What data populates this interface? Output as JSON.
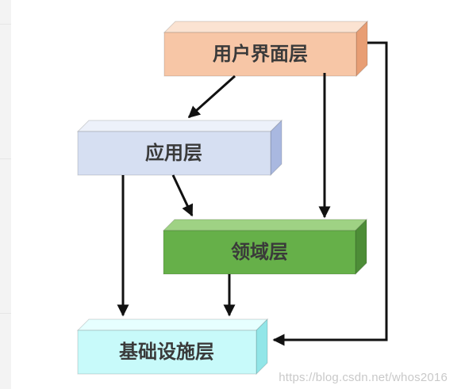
{
  "layers": {
    "ui": {
      "label": "用户界面层",
      "front": "#f7c6a6",
      "top": "#fbe3d2",
      "side": "#e89e74"
    },
    "app": {
      "label": "应用层",
      "front": "#d6dff2",
      "top": "#edf1fa",
      "side": "#a9b8e0"
    },
    "domain": {
      "label": "领域层",
      "front": "#66b049",
      "top": "#9fd284",
      "side": "#4d8d37"
    },
    "infra": {
      "label": "基础设施层",
      "front": "#c8fafa",
      "top": "#e6ffff",
      "side": "#92e6e8"
    }
  },
  "arrow_color": "#111111",
  "watermark": "https://blog.csdn.net/whos2016"
}
